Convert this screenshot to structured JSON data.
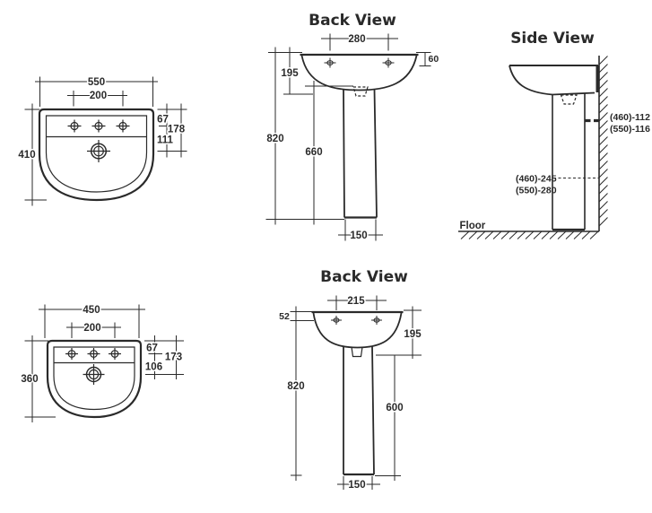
{
  "views": {
    "plan_large": {
      "width": "550",
      "hole_spacing": "200",
      "depth": "410",
      "rim_to_holes": "67",
      "rim_to_drain": "178",
      "holes_to_drain": "111"
    },
    "back_large": {
      "title": "Back View",
      "hole_spacing": "280",
      "rim_thickness": "60",
      "basin_height": "195",
      "overall_height": "820",
      "pedestal_height": "660",
      "pedestal_width": "150"
    },
    "side": {
      "title": "Side View",
      "outlet_460": "(460)-112",
      "outlet_550": "(550)-116",
      "supply_460": "(460)-245",
      "supply_550": "(550)-280",
      "floor_label": "Floor"
    },
    "plan_small": {
      "width": "450",
      "hole_spacing": "200",
      "depth": "360",
      "rim_to_holes": "67",
      "rim_to_drain": "173",
      "holes_to_drain": "106"
    },
    "back_small": {
      "title": "Back View",
      "hole_spacing": "215",
      "rim_thickness": "52",
      "basin_height": "195",
      "overall_height": "820",
      "pedestal_height": "600",
      "pedestal_width": "150"
    }
  }
}
